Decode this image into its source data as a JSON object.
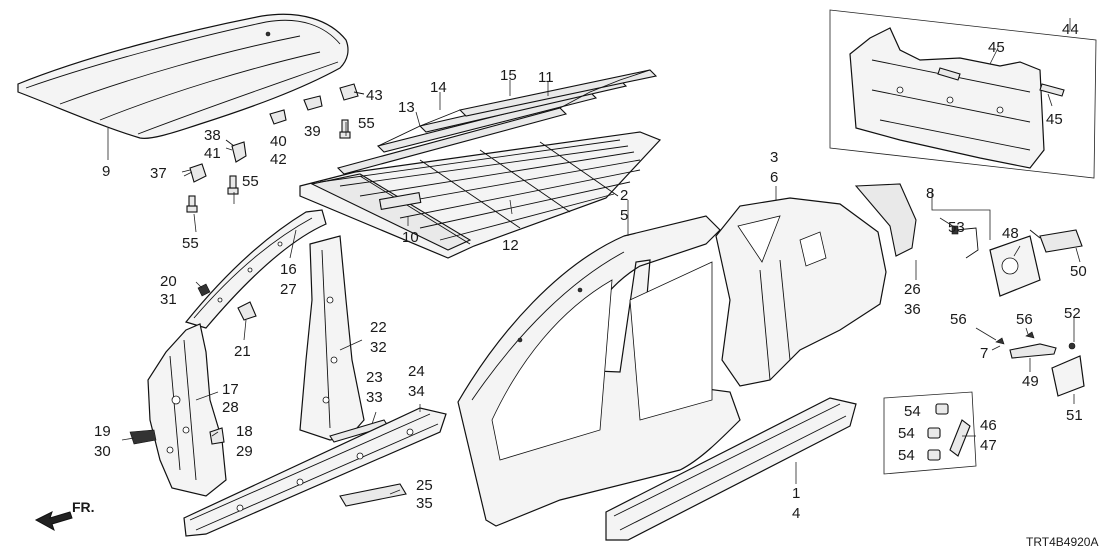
{
  "labels": {
    "l1": "1",
    "l2": "2",
    "l3": "3",
    "l4": "4",
    "l5": "5",
    "l6": "6",
    "l7": "7",
    "l8": "8",
    "l9": "9",
    "l10": "10",
    "l11": "11",
    "l12": "12",
    "l13": "13",
    "l14": "14",
    "l15": "15",
    "l16": "16",
    "l17": "17",
    "l18": "18",
    "l19": "19",
    "l20": "20",
    "l21": "21",
    "l22": "22",
    "l23": "23",
    "l24": "24",
    "l25": "25",
    "l26": "26",
    "l27": "27",
    "l28": "28",
    "l29": "29",
    "l30": "30",
    "l31": "31",
    "l32": "32",
    "l33": "33",
    "l34": "34",
    "l35": "35",
    "l36": "36",
    "l37": "37",
    "l38": "38",
    "l39": "39",
    "l40": "40",
    "l41": "41",
    "l42": "42",
    "l43": "43",
    "l44": "44",
    "l45a": "45",
    "l45b": "45",
    "l46": "46",
    "l47": "47",
    "l48": "48",
    "l49": "49",
    "l50": "50",
    "l51": "51",
    "l52": "52",
    "l53": "53",
    "l54a": "54",
    "l54b": "54",
    "l54c": "54",
    "l55a": "55",
    "l55b": "55",
    "l55c": "55",
    "l56a": "56",
    "l56b": "56"
  },
  "direction_label": "FR.",
  "diagram_code": "TRT4B4920A"
}
